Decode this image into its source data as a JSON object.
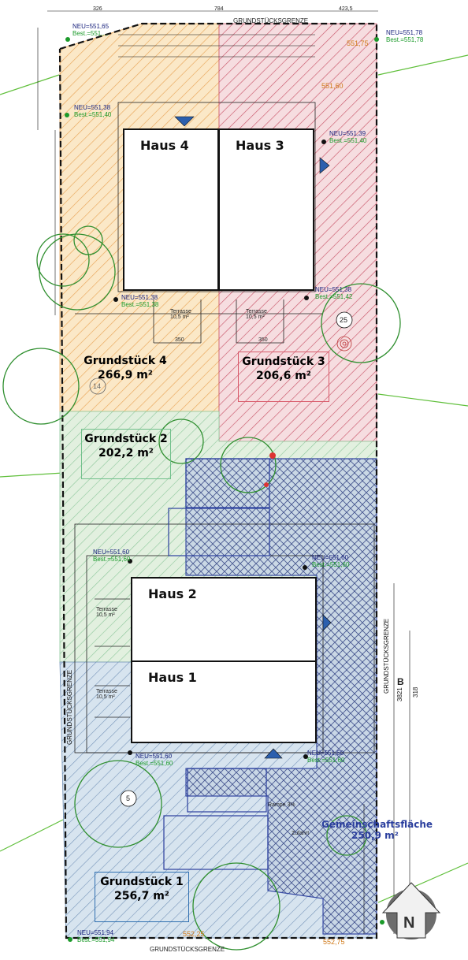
{
  "boundary_labels": {
    "top": "GRUNDSTÜCKSGRENZE",
    "bottom": "GRUNDSTÜCKSGRENZE",
    "right": "GRUNDSTÜCKSGRENZE",
    "left": "GRUNDSTÜCKSGRENZE"
  },
  "houses": [
    {
      "label": "Haus 4"
    },
    {
      "label": "Haus 3"
    },
    {
      "label": "Haus 2"
    },
    {
      "label": "Haus 1"
    }
  ],
  "plots": [
    {
      "name": "Grundstück 4",
      "area": "266,9 m²",
      "color": "#e8b46a"
    },
    {
      "name": "Grundstück 3",
      "area": "206,6 m²",
      "color": "#d95a6a"
    },
    {
      "name": "Grundstück 2",
      "area": "202,2 m²",
      "color": "#6fbf8a"
    },
    {
      "name": "Grundstück 1",
      "area": "256,7 m²",
      "color": "#2f6fb0"
    }
  ],
  "common_area": {
    "name": "Gemeinschaftsfläche",
    "area": "250,9 m²",
    "color": "#2b3f9e"
  },
  "elevations": [
    {
      "neu": "NEU=551,65",
      "best": "Best.=551,..."
    },
    {
      "neu": "NEU=551,78",
      "best": "Best.=551,78"
    },
    {
      "neu": "NEU=551,38",
      "best": "Best.=551,40"
    },
    {
      "neu": "NEU=551,39",
      "best": "Best.=551,40"
    },
    {
      "neu": "NEU=551,38",
      "best": "Best.=551,38"
    },
    {
      "neu": "NEU=551,38",
      "best": "Best.=551,42"
    },
    {
      "neu": "NEU=551,60",
      "best": "Best.=551,60"
    },
    {
      "neu": "NEU=551,60",
      "best": "Best.=551,60"
    },
    {
      "neu": "NEU=551,60",
      "best": "Best.=551,60"
    },
    {
      "neu": "NEU=551,60",
      "best": "Best.=551,60"
    },
    {
      "neu": "NEU=551,94",
      "best": "Best.=551,94"
    }
  ],
  "misc_text": {
    "dim_top_left": "326",
    "dim_top_mid": "784",
    "dim_top_right": "423,5",
    "level_top": "551,75",
    "level_red": "551,60",
    "level_bottom_left": "552,25",
    "level_bottom_right": "552,75",
    "tree_25": "25",
    "tree_5": "5",
    "tree_14": "14",
    "letter_b": "B",
    "terrasse": "Terrasse",
    "terrasse_area": "10,5 m²",
    "dim_350": "350",
    "dim_3821": "3821",
    "dim_318": "318",
    "rampe": "Rampe 3%",
    "zufahrt": "Zufahrt",
    "north": "N"
  }
}
